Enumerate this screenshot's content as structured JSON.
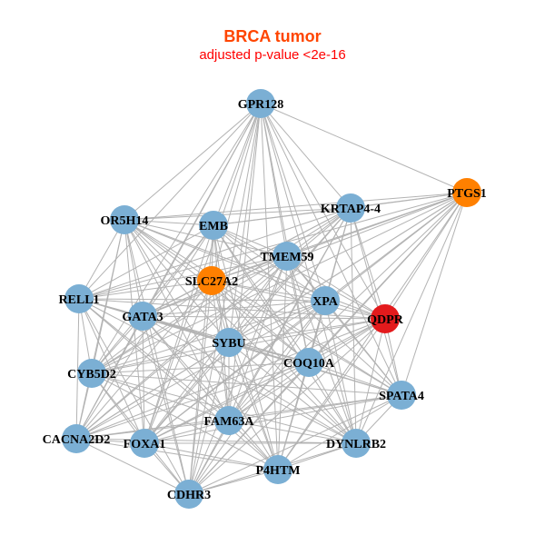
{
  "title": "BRCA tumor",
  "subtitle": "adjusted p-value <2e-16",
  "colors": {
    "title": "#FF4500",
    "subtitle": "#FF0000",
    "default_node": "#7BAFD4",
    "orange_node": "#FF8000",
    "red_node": "#E31A1C",
    "edge": "#B3B3B3"
  },
  "edge_mode": "all-pairs",
  "nodes": [
    {
      "id": "GPR128",
      "color": "default_node"
    },
    {
      "id": "PTGS1",
      "color": "orange_node"
    },
    {
      "id": "KRTAP4-4",
      "color": "default_node"
    },
    {
      "id": "OR5H14",
      "color": "default_node"
    },
    {
      "id": "EMB",
      "color": "default_node"
    },
    {
      "id": "TMEM59",
      "color": "default_node"
    },
    {
      "id": "SLC27A2",
      "color": "orange_node"
    },
    {
      "id": "RELL1",
      "color": "default_node"
    },
    {
      "id": "XPA",
      "color": "default_node"
    },
    {
      "id": "QDPR",
      "color": "red_node"
    },
    {
      "id": "GATA3",
      "color": "default_node"
    },
    {
      "id": "SYBU",
      "color": "default_node"
    },
    {
      "id": "COQ10A",
      "color": "default_node"
    },
    {
      "id": "CYB5D2",
      "color": "default_node"
    },
    {
      "id": "SPATA4",
      "color": "default_node"
    },
    {
      "id": "FAM63A",
      "color": "default_node"
    },
    {
      "id": "CACNA2D2",
      "color": "default_node"
    },
    {
      "id": "FOXA1",
      "color": "default_node"
    },
    {
      "id": "DYNLRB2",
      "color": "default_node"
    },
    {
      "id": "P4HTM",
      "color": "default_node"
    },
    {
      "id": "CDHR3",
      "color": "default_node"
    }
  ]
}
